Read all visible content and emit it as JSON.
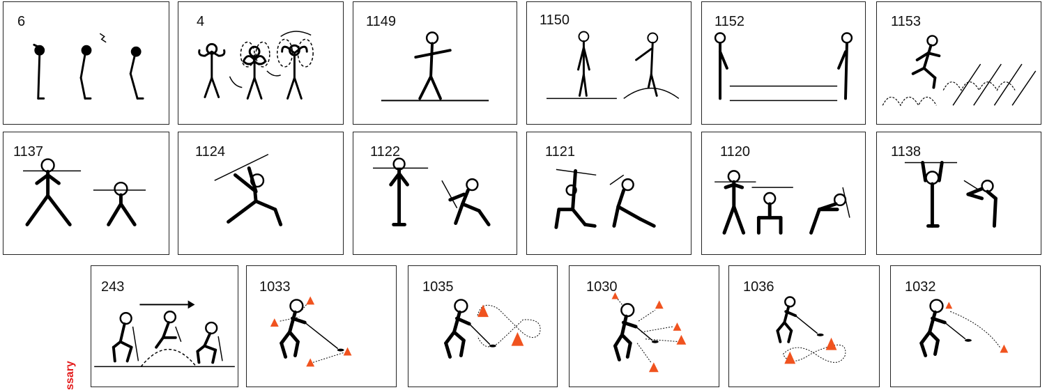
{
  "rows": [
    {
      "cards": [
        {
          "id": "6"
        },
        {
          "id": "4"
        },
        {
          "id": "1149"
        },
        {
          "id": "1150"
        },
        {
          "id": "1152"
        },
        {
          "id": "1153"
        }
      ]
    },
    {
      "cards": [
        {
          "id": "1137"
        },
        {
          "id": "1124"
        },
        {
          "id": "1122"
        },
        {
          "id": "1121"
        },
        {
          "id": "1120"
        },
        {
          "id": "1138"
        }
      ]
    },
    {
      "cards": [
        {
          "id": "243"
        },
        {
          "id": "1033"
        },
        {
          "id": "1035"
        },
        {
          "id": "1030"
        },
        {
          "id": "1036"
        },
        {
          "id": "1032"
        }
      ]
    }
  ],
  "side_label": "ssary",
  "colors": {
    "cone": "#f0531f",
    "ink": "#000000",
    "side_label": "#e31b1b"
  }
}
